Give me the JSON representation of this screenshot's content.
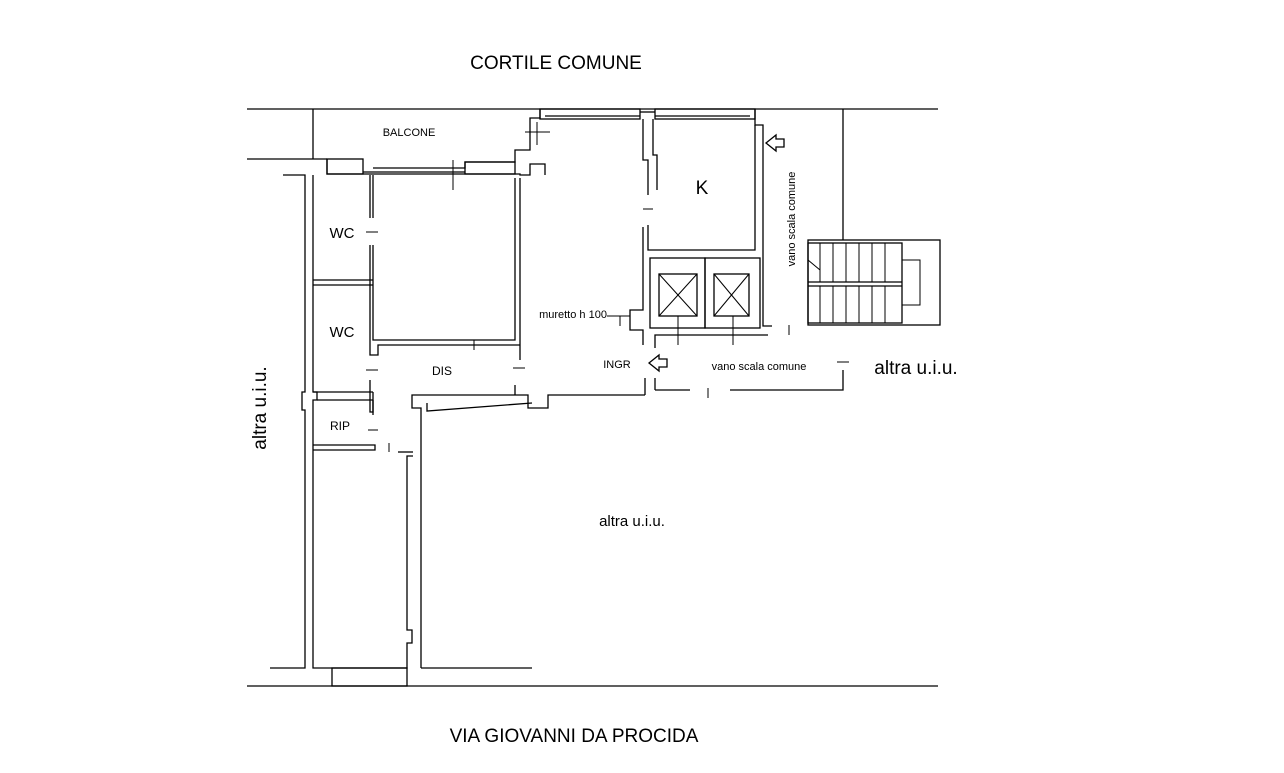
{
  "labels": {
    "north": "CORTILE COMUNE",
    "south": "VIA GIOVANNI DA PROCIDA",
    "balcony": "BALCONE",
    "wc_top": "WC",
    "wc_bottom": "WC",
    "dis": "DIS",
    "rip": "RIP",
    "kitchen": "K",
    "entrance": "INGR",
    "wall_note": "muretto h 100",
    "stair_horizontal": "vano scala comune",
    "stair_vertical": "vano scala comune",
    "other_west": "altra u.i.u.",
    "other_east": "altra u.i.u.",
    "other_south": "altra u.i.u."
  },
  "colors": {
    "line": "#000000",
    "background": "#ffffff"
  }
}
